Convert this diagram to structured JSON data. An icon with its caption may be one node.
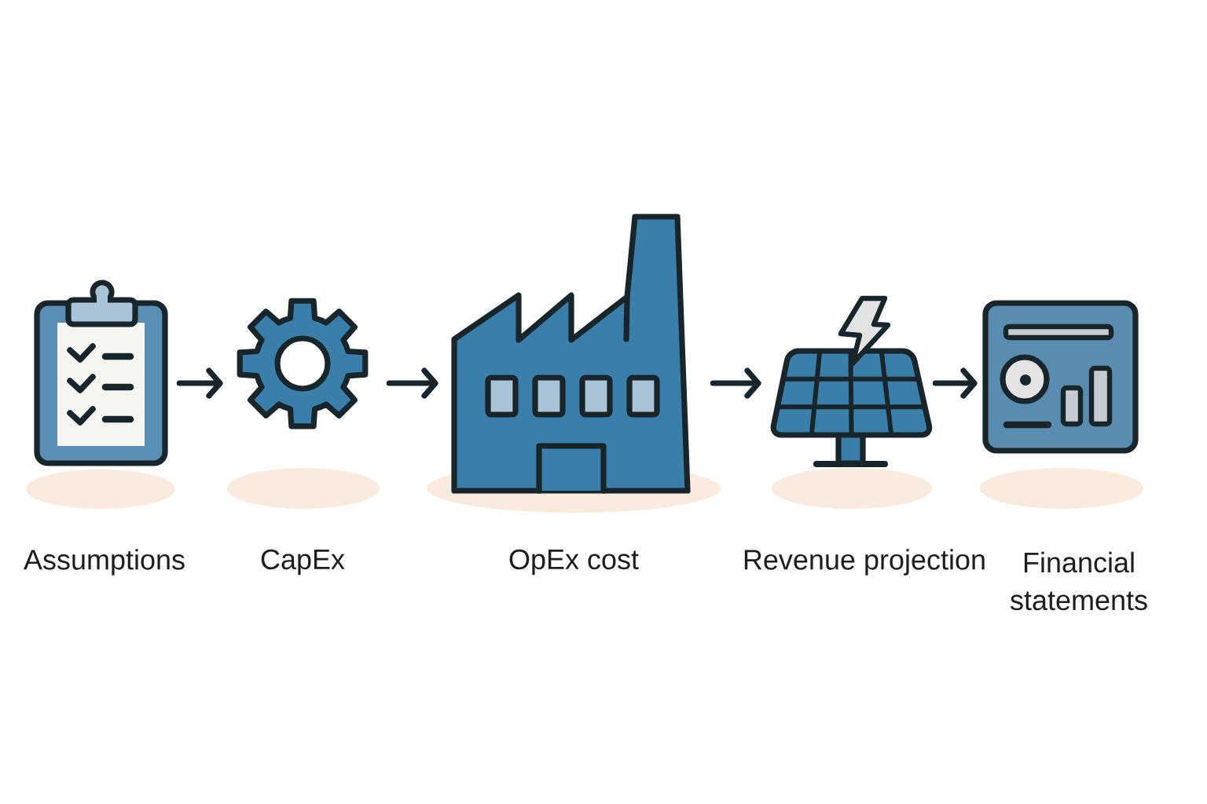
{
  "diagram": {
    "nodes": [
      {
        "text": [
          "Assumptions"
        ]
      },
      {
        "text": [
          "CapEx"
        ]
      },
      {
        "text": [
          "OpEx cost"
        ]
      },
      {
        "text": [
          "Revenue projection"
        ]
      },
      {
        "text": [
          "Financial statements"
        ]
      }
    ],
    "edges": [
      {
        "from": 0,
        "to": 1,
        "arrow": "to"
      },
      {
        "from": 1,
        "to": 2,
        "arrow": "to"
      },
      {
        "from": 2,
        "to": 3,
        "arrow": "to"
      },
      {
        "from": 3,
        "to": 4,
        "arrow": "to"
      }
    ]
  }
}
